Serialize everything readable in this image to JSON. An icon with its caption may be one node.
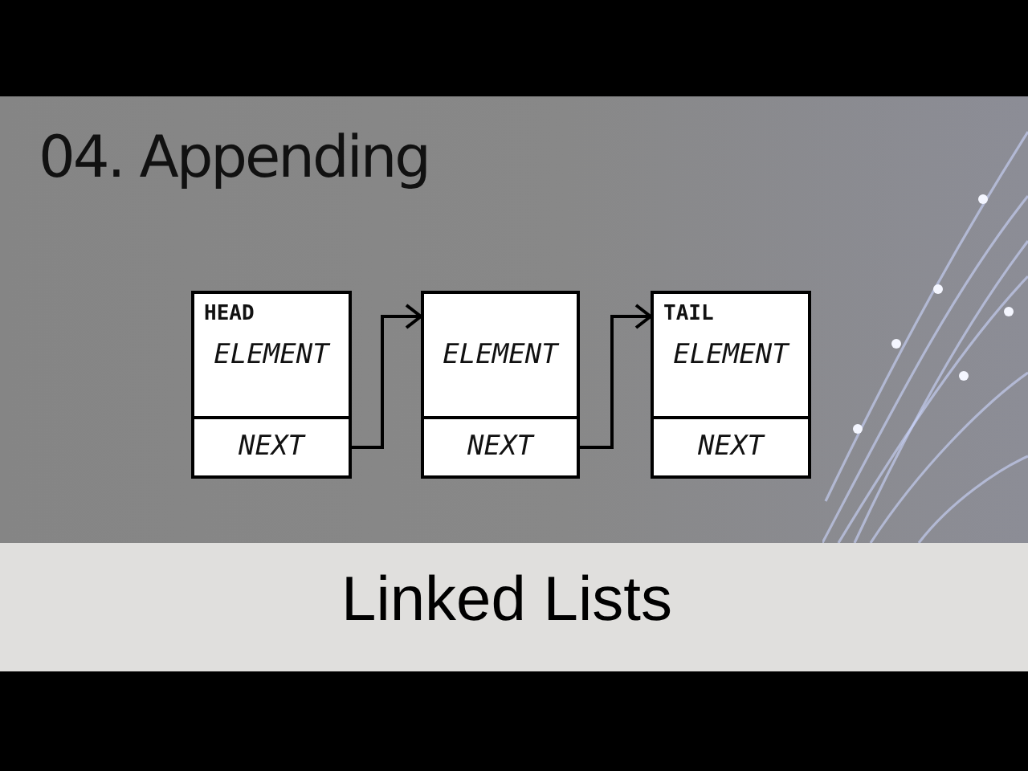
{
  "diagram": {
    "title": "04. Appending",
    "caption": "Linked Lists",
    "nodes": [
      {
        "text": [
          "HEAD",
          "ELEMENT"
        ]
      },
      {
        "text": [
          "NEXT"
        ]
      },
      {
        "text": [
          "ELEMENT"
        ]
      },
      {
        "text": [
          "NEXT"
        ]
      },
      {
        "text": [
          "TAIL",
          "ELEMENT"
        ]
      },
      {
        "text": [
          "NEXT"
        ]
      }
    ],
    "edges": [
      {
        "from": 1,
        "to": 2,
        "arrow": "to"
      },
      {
        "from": 3,
        "to": 4,
        "arrow": "to"
      }
    ]
  }
}
